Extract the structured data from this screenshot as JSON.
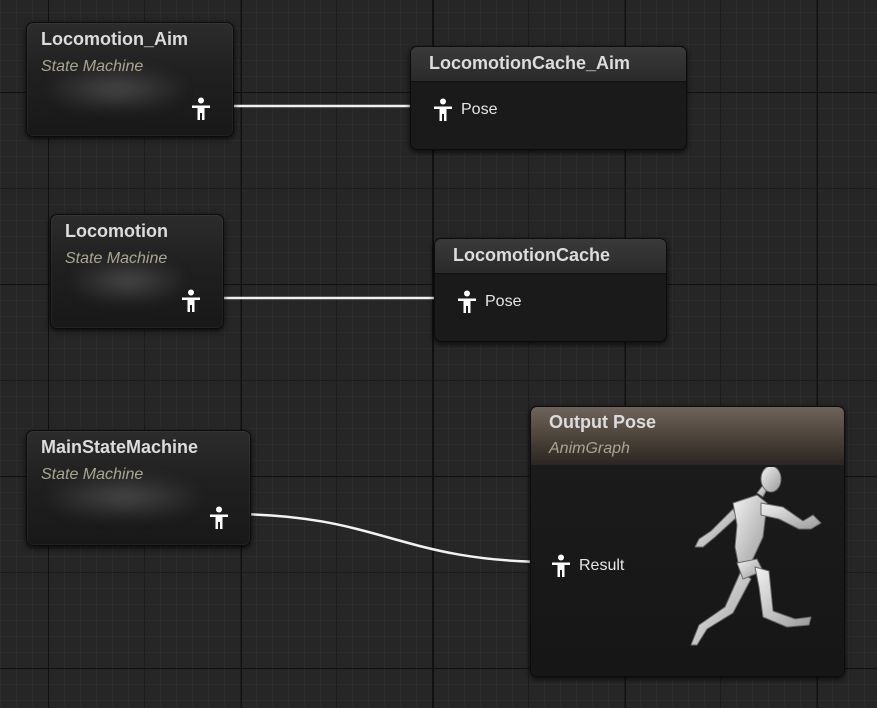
{
  "graph": {
    "nodes": {
      "locomotion_aim": {
        "title": "Locomotion_Aim",
        "subtitle": "State Machine"
      },
      "locomotion": {
        "title": "Locomotion",
        "subtitle": "State Machine"
      },
      "main_state_machine": {
        "title": "MainStateMachine",
        "subtitle": "State Machine"
      },
      "cache_aim": {
        "title": "LocomotionCache_Aim",
        "pin_label": "Pose"
      },
      "cache": {
        "title": "LocomotionCache",
        "pin_label": "Pose"
      },
      "output_pose": {
        "title": "Output Pose",
        "subtitle": "AnimGraph",
        "pin_label": "Result"
      }
    },
    "pin_icon": "pose-pin-icon",
    "colors": {
      "background": "#262626",
      "wire": "#ffffff",
      "subtitle": "#a9a68f",
      "output_header": "#6f645a"
    }
  }
}
